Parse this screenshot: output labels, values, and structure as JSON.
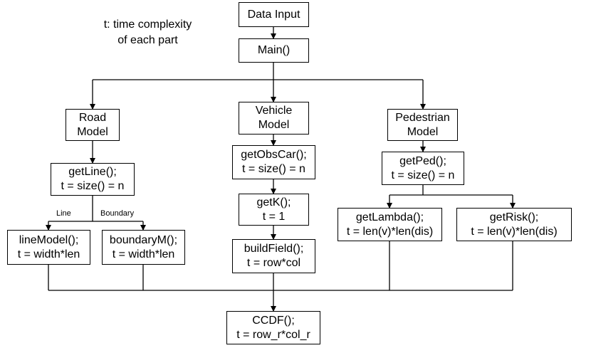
{
  "note": {
    "line1": "t: time complexity",
    "line2": "of each part"
  },
  "nodes": {
    "data_input": {
      "line1": "Data Input"
    },
    "main": {
      "line1": "Main()"
    },
    "road_model": {
      "line1": "Road",
      "line2": "Model"
    },
    "vehicle_model": {
      "line1": "Vehicle",
      "line2": "Model"
    },
    "pedestrian_model": {
      "line1": "Pedestrian",
      "line2": "Model"
    },
    "get_line": {
      "line1": "getLine();",
      "line2": "t = size() = n"
    },
    "get_obs_car": {
      "line1": "getObsCar();",
      "line2": "t = size() = n"
    },
    "get_ped": {
      "line1": "getPed();",
      "line2": "t = size() = n"
    },
    "get_k": {
      "line1": "getK();",
      "line2": "t = 1"
    },
    "build_field": {
      "line1": "buildField();",
      "line2": "t = row*col"
    },
    "get_lambda": {
      "line1": "getLambda();",
      "line2": "t = len(v)*len(dis)"
    },
    "get_risk": {
      "line1": "getRisk();",
      "line2": "t = len(v)*len(dis)"
    },
    "line_model": {
      "line1": "lineModel();",
      "line2": "t = width*len"
    },
    "boundary_m": {
      "line1": "boundaryM();",
      "line2": "t = width*len"
    },
    "ccdf": {
      "line1": "CCDF();",
      "line2": "t = row_r*col_r"
    }
  },
  "edge_labels": {
    "line": "Line",
    "boundary": "Boundary"
  }
}
